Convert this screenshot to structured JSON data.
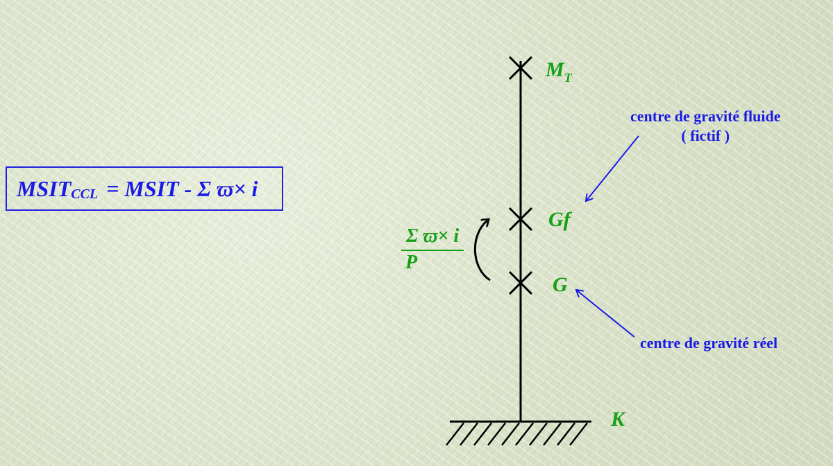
{
  "formula": {
    "lhs_main": "MSIT",
    "lhs_sub": "CCL",
    "equals": " = ",
    "rhs_main": "MSIT - Σ ϖ× i"
  },
  "points": {
    "top_label": "M",
    "top_label_sub": "T",
    "fluid_label": "Gf",
    "real_label": "G",
    "keel_label": "K"
  },
  "notes": {
    "fluid_line1": "centre de gravité fluide",
    "fluid_line2": "( fictif )",
    "real": "centre de gravité réel"
  },
  "fraction": {
    "numerator": "Σ ϖ× i",
    "denominator": "P"
  },
  "colors": {
    "formula_blue": "#1a1ae6",
    "label_green": "#15a015",
    "line_black": "#000000",
    "arrow_blue": "#1a1ae6"
  }
}
